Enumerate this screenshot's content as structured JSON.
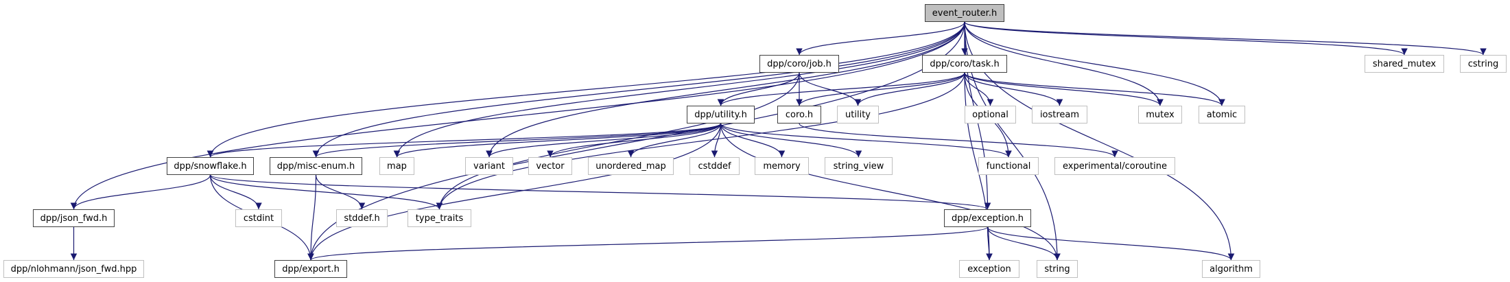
{
  "diagram": {
    "type": "include-dependency-graph",
    "root": "event_router.h",
    "colors": {
      "edge": "#191970",
      "internal_border": "#404040",
      "external_border": "#bfbfbf",
      "root_fill": "#bfbfbf"
    },
    "nodes": [
      {
        "id": "event_router",
        "label": "event_router.h",
        "kind": "root"
      },
      {
        "id": "job",
        "label": "dpp/coro/job.h",
        "kind": "internal"
      },
      {
        "id": "task",
        "label": "dpp/coro/task.h",
        "kind": "internal"
      },
      {
        "id": "shared_mutex",
        "label": "shared_mutex",
        "kind": "external"
      },
      {
        "id": "cstring",
        "label": "cstring",
        "kind": "external"
      },
      {
        "id": "utility_h",
        "label": "dpp/utility.h",
        "kind": "internal"
      },
      {
        "id": "coro",
        "label": "coro.h",
        "kind": "internal"
      },
      {
        "id": "utility",
        "label": "utility",
        "kind": "external"
      },
      {
        "id": "optional",
        "label": "optional",
        "kind": "external"
      },
      {
        "id": "iostream",
        "label": "iostream",
        "kind": "external"
      },
      {
        "id": "mutex",
        "label": "mutex",
        "kind": "external"
      },
      {
        "id": "atomic",
        "label": "atomic",
        "kind": "external"
      },
      {
        "id": "snowflake",
        "label": "dpp/snowflake.h",
        "kind": "internal"
      },
      {
        "id": "misc_enum",
        "label": "dpp/misc-enum.h",
        "kind": "internal"
      },
      {
        "id": "map",
        "label": "map",
        "kind": "external"
      },
      {
        "id": "variant",
        "label": "variant",
        "kind": "external"
      },
      {
        "id": "vector",
        "label": "vector",
        "kind": "external"
      },
      {
        "id": "unordered_map",
        "label": "unordered_map",
        "kind": "external"
      },
      {
        "id": "cstddef",
        "label": "cstddef",
        "kind": "external"
      },
      {
        "id": "memory",
        "label": "memory",
        "kind": "external"
      },
      {
        "id": "string_view",
        "label": "string_view",
        "kind": "external"
      },
      {
        "id": "functional",
        "label": "functional",
        "kind": "external"
      },
      {
        "id": "exp_coroutine",
        "label": "experimental/coroutine",
        "kind": "external"
      },
      {
        "id": "json_fwd",
        "label": "dpp/json_fwd.h",
        "kind": "internal"
      },
      {
        "id": "cstdint",
        "label": "cstdint",
        "kind": "external"
      },
      {
        "id": "stddef",
        "label": "stddef.h",
        "kind": "external"
      },
      {
        "id": "type_traits",
        "label": "type_traits",
        "kind": "external"
      },
      {
        "id": "exception_h",
        "label": "dpp/exception.h",
        "kind": "internal"
      },
      {
        "id": "nlohmann",
        "label": "dpp/nlohmann/json_fwd.hpp",
        "kind": "external"
      },
      {
        "id": "export",
        "label": "dpp/export.h",
        "kind": "internal"
      },
      {
        "id": "exception",
        "label": "exception",
        "kind": "external"
      },
      {
        "id": "string",
        "label": "string",
        "kind": "external"
      },
      {
        "id": "algorithm",
        "label": "algorithm",
        "kind": "external"
      }
    ],
    "edges": [
      [
        "event_router",
        "job"
      ],
      [
        "event_router",
        "task"
      ],
      [
        "event_router",
        "shared_mutex"
      ],
      [
        "event_router",
        "cstring"
      ],
      [
        "event_router",
        "snowflake"
      ],
      [
        "event_router",
        "misc_enum"
      ],
      [
        "event_router",
        "map"
      ],
      [
        "event_router",
        "variant"
      ],
      [
        "event_router",
        "json_fwd"
      ],
      [
        "event_router",
        "export"
      ],
      [
        "event_router",
        "exception_h"
      ],
      [
        "event_router",
        "mutex"
      ],
      [
        "event_router",
        "atomic"
      ],
      [
        "event_router",
        "string"
      ],
      [
        "event_router",
        "algorithm"
      ],
      [
        "job",
        "utility_h"
      ],
      [
        "job",
        "coro"
      ],
      [
        "job",
        "utility"
      ],
      [
        "job",
        "type_traits"
      ],
      [
        "task",
        "utility_h"
      ],
      [
        "task",
        "coro"
      ],
      [
        "task",
        "utility"
      ],
      [
        "task",
        "optional"
      ],
      [
        "task",
        "iostream"
      ],
      [
        "task",
        "mutex"
      ],
      [
        "task",
        "atomic"
      ],
      [
        "task",
        "functional"
      ],
      [
        "task",
        "exception"
      ],
      [
        "task",
        "type_traits"
      ],
      [
        "coro",
        "exp_coroutine"
      ],
      [
        "utility_h",
        "snowflake"
      ],
      [
        "utility_h",
        "misc_enum"
      ],
      [
        "utility_h",
        "map"
      ],
      [
        "utility_h",
        "variant"
      ],
      [
        "utility_h",
        "vector"
      ],
      [
        "utility_h",
        "unordered_map"
      ],
      [
        "utility_h",
        "cstddef"
      ],
      [
        "utility_h",
        "memory"
      ],
      [
        "utility_h",
        "string_view"
      ],
      [
        "utility_h",
        "functional"
      ],
      [
        "utility_h",
        "export"
      ],
      [
        "utility_h",
        "string"
      ],
      [
        "snowflake",
        "json_fwd"
      ],
      [
        "snowflake",
        "cstdint"
      ],
      [
        "snowflake",
        "type_traits"
      ],
      [
        "snowflake",
        "export"
      ],
      [
        "snowflake",
        "exception_h"
      ],
      [
        "misc_enum",
        "stddef"
      ],
      [
        "misc_enum",
        "export"
      ],
      [
        "json_fwd",
        "nlohmann"
      ],
      [
        "exception_h",
        "export"
      ],
      [
        "exception_h",
        "exception"
      ],
      [
        "exception_h",
        "string"
      ],
      [
        "exception_h",
        "algorithm"
      ]
    ]
  }
}
